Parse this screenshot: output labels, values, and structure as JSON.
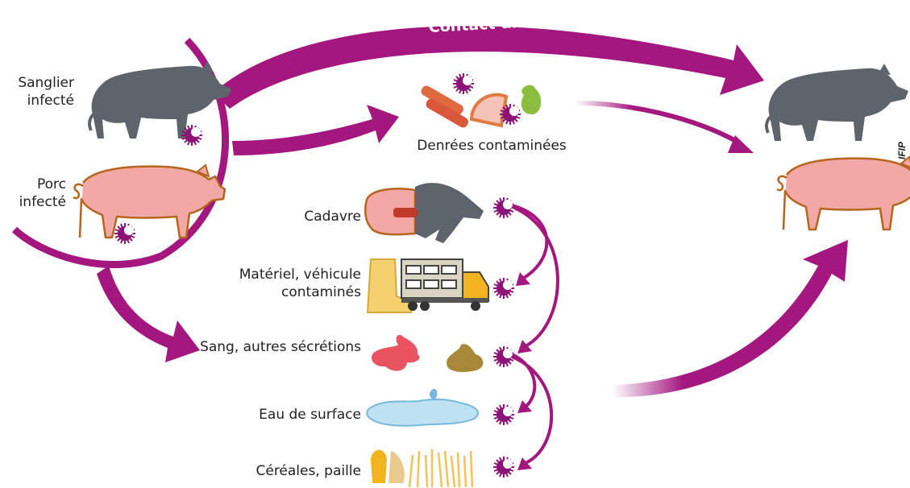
{
  "title": "Contact direct",
  "sources": {
    "wild_boar": "Sanglier infecté",
    "pig": "Porc infecté"
  },
  "food": "Denrées contaminées",
  "vectors": [
    {
      "label": "Cadavre"
    },
    {
      "label": "Matériel, véhicule contaminés"
    },
    {
      "label": "Sang, autres sécrétions"
    },
    {
      "label": "Eau de surface"
    },
    {
      "label": "Céréales, paille"
    }
  ],
  "credit": "IFIP",
  "colors": {
    "arrow": "#a3177f",
    "virus": "#8c1478",
    "boar": "#5e646b",
    "pig": "#f2a9a6",
    "pig_outline": "#b5651d"
  }
}
